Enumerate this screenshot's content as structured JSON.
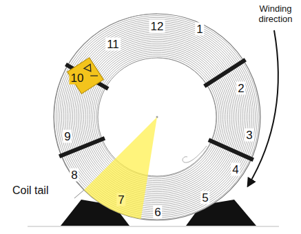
{
  "diagram": {
    "labels": [
      "Winding direction",
      "Coil tail",
      "1",
      "2",
      "3",
      "4",
      "5",
      "6",
      "7",
      "8",
      "9",
      "10",
      "11",
      "12"
    ]
  }
}
